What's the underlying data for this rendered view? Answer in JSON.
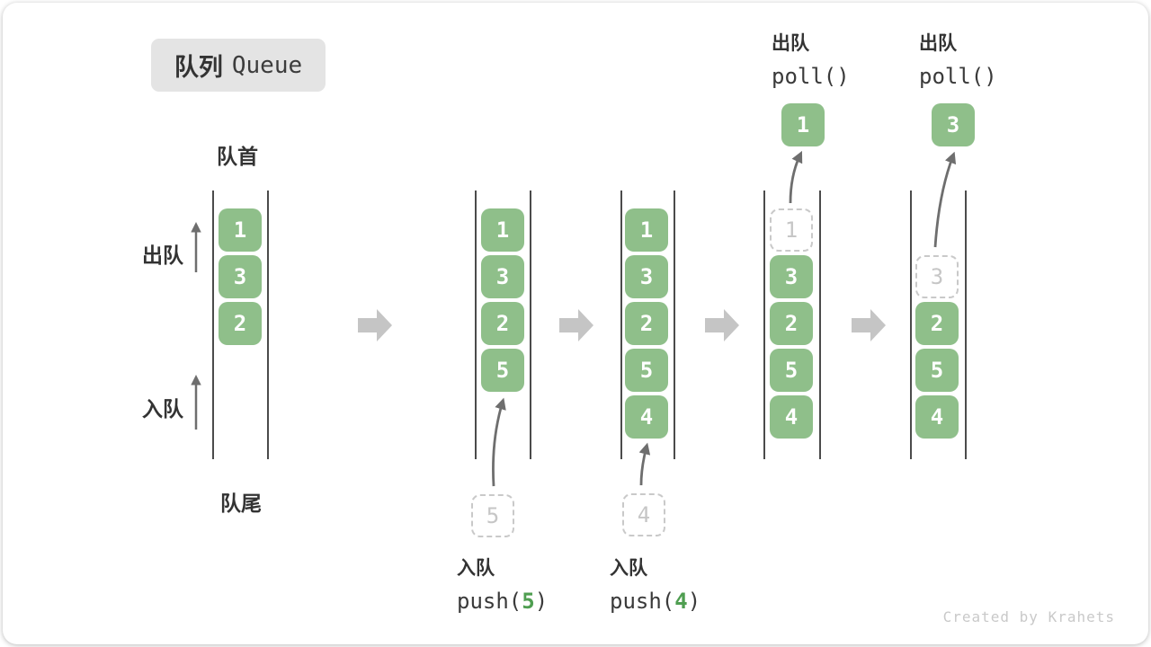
{
  "title": {
    "badge_zh": "队列",
    "badge_en": "Queue"
  },
  "labels": {
    "front": "队首",
    "rear": "队尾",
    "dequeue": "出队",
    "enqueue": "入队"
  },
  "queues": [
    {
      "cells": [
        "1",
        "3",
        "2"
      ]
    },
    {
      "cells": [
        "1",
        "3",
        "2",
        "5"
      ]
    },
    {
      "cells": [
        "1",
        "3",
        "2",
        "5",
        "4"
      ]
    },
    {
      "removed": "1",
      "cells": [
        "3",
        "2",
        "5",
        "4"
      ]
    },
    {
      "removed": "3",
      "cells": [
        "2",
        "5",
        "4"
      ]
    }
  ],
  "dequeued_items": [
    "1",
    "3"
  ],
  "pending_items": [
    "5",
    "4"
  ],
  "operations": {
    "push5": {
      "label": "入队",
      "pre": "push(",
      "arg": "5",
      "post": ")"
    },
    "push4": {
      "label": "入队",
      "pre": "push(",
      "arg": "4",
      "post": ")"
    },
    "poll1": {
      "label": "出队",
      "code": "poll()"
    },
    "poll2": {
      "label": "出队",
      "code": "poll()"
    }
  },
  "credit": "Created by Krahets",
  "colors": {
    "cell_green": "#8fbf8a",
    "arg_green": "#4f9e51",
    "block_arrow": "#c5c5c5",
    "badge_bg": "#e4e4e4",
    "line_dark": "#4b4b4b",
    "thin_arrow": "#6e6e6e",
    "dash_gray": "#c9c9c9",
    "dash_text": "#c6c6c6",
    "text_dark": "#333333",
    "credit_gray": "#c9c9c9"
  }
}
